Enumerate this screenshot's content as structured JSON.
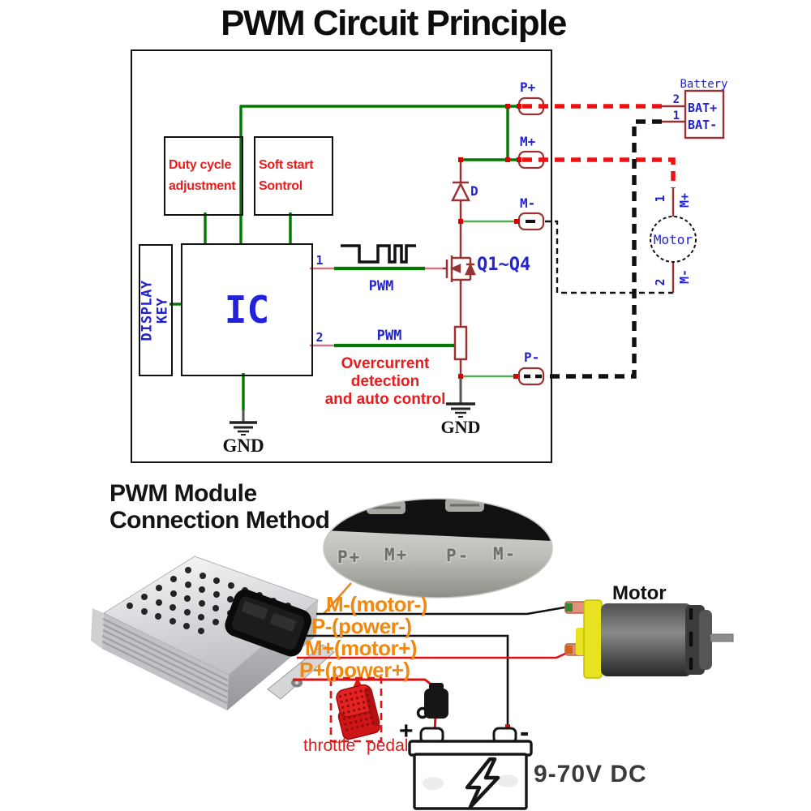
{
  "title": "PWM Circuit Principle",
  "schematic": {
    "duty_line1": "Duty cycle",
    "duty_line2": "adjustment",
    "soft_line1": "Soft start",
    "soft_line2": "Sontrol",
    "display_line1": "DISPLAY",
    "display_line2": "KEY",
    "ic_label": "IC",
    "pin1": "1",
    "pin2": "2",
    "pwm1": "PWM",
    "pwm2": "PWM",
    "overcurrent_line1": "Overcurrent detection",
    "overcurrent_line2": "and auto control",
    "gnd_left": "GND",
    "gnd_right": "GND",
    "diode_label": "D",
    "mosfet_label": "Q1~Q4",
    "term_p_plus": "P+",
    "term_m_plus": "M+",
    "term_m_minus": "M-",
    "term_p_minus": "P-",
    "battery_title": "Battery",
    "battery_pin2": "2",
    "battery_pin1": "1",
    "bat_plus": "BAT+",
    "bat_minus": "BAT-",
    "motor_label": "Motor",
    "motor_pin1": "1",
    "motor_pin2": "2",
    "motor_m_plus": "M+",
    "motor_m_minus": "M-"
  },
  "module_section": {
    "heading_line1": "PWM Module",
    "heading_line2": "Connection Method",
    "engraved_p_plus": "P+",
    "engraved_m_plus": "M+",
    "engraved_p_minus": "P-",
    "engraved_m_minus": "M-",
    "label_m_minus": "M-(motor-)",
    "label_p_minus": "P-(power-)",
    "label_m_plus": "M+(motor+)",
    "label_p_plus": "P+(power+)",
    "motor_label": "Motor",
    "pedal_label": "throttle  pedal",
    "battery_voltage": "9-70V DC",
    "plus": "+",
    "minus": "-"
  },
  "colors": {
    "wire_green": "#007a00",
    "wire_green_light": "#55aa55",
    "component_maroon": "#993333",
    "label_blue": "#2424cc",
    "text_red": "#e41e1e",
    "dashed_red": "#ee1111",
    "wire_red": "#dd1111",
    "label_orange": "#ef8912"
  }
}
